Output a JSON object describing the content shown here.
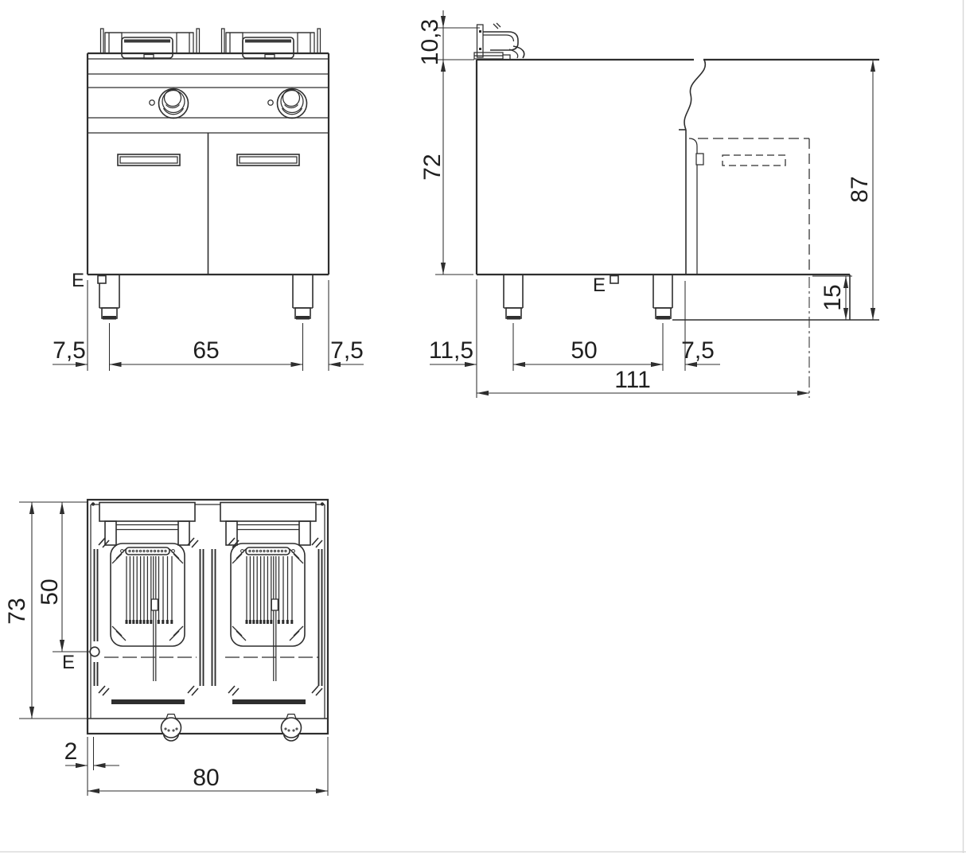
{
  "meta": {
    "colors": {
      "background": "#ffffff",
      "line": "#2e2e2e",
      "text": "#1f1f1f",
      "page_edge": "#d9d9d9"
    }
  },
  "front_view": {
    "dim_left_offset": "7,5",
    "dim_leg_spacing": "65",
    "dim_right_offset": "7,5",
    "electrical_label": "E"
  },
  "side_view": {
    "dim_basket_height": "10,3",
    "dim_worktop_to_base": "72",
    "dim_total_height": "87",
    "dim_plinth_height": "15",
    "dim_front_inset": "11,5",
    "dim_leg_spacing": "50",
    "dim_rear_inset": "7,5",
    "dim_total_depth": "111",
    "electrical_label": "E"
  },
  "top_view": {
    "dim_total_depth": "73",
    "dim_connection_depth": "50",
    "dim_side_inset": "2",
    "dim_total_width": "80",
    "electrical_label": "E"
  }
}
